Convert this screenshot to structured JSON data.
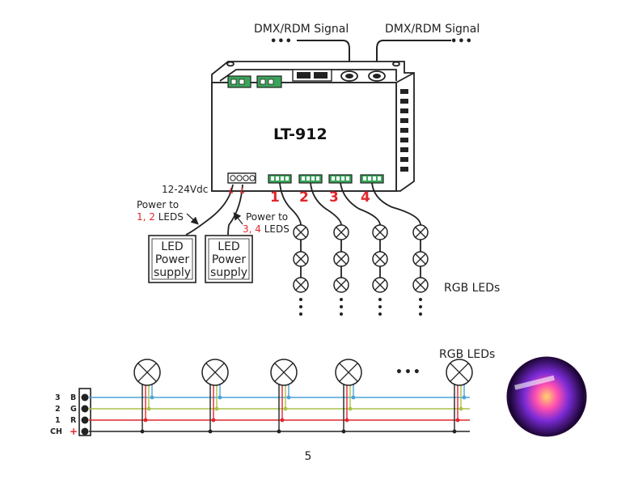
{
  "signal_labels": [
    "DMX/RDM Signal",
    "DMX/RDM Signal"
  ],
  "model": "LT-912",
  "input_voltage": "12-24Vdc",
  "power_note_1": {
    "line1": "Power to",
    "line2_red": "1, 2",
    "line2_rest": " LEDS"
  },
  "power_note_2": {
    "line1": "Power to",
    "line2_red": "3, 4",
    "line2_rest": " LEDS"
  },
  "supply_label": [
    "LED",
    "Power",
    "supply"
  ],
  "channels": [
    "1",
    "2",
    "3",
    "4"
  ],
  "rgb_leds_label": "RGB LEDs",
  "wiring_rgb_label": "RGB LEDs",
  "ellipsis": "•••",
  "terminals": [
    {
      "num": "3",
      "letter": "B"
    },
    {
      "num": "2",
      "letter": "G"
    },
    {
      "num": "1",
      "letter": "R"
    },
    {
      "num": "CH",
      "letter": "+"
    }
  ],
  "page_number": "5",
  "colors": {
    "red": "#e3262d",
    "blue": "#4ba3d9",
    "green": "#a8c24a",
    "black": "#222222"
  }
}
